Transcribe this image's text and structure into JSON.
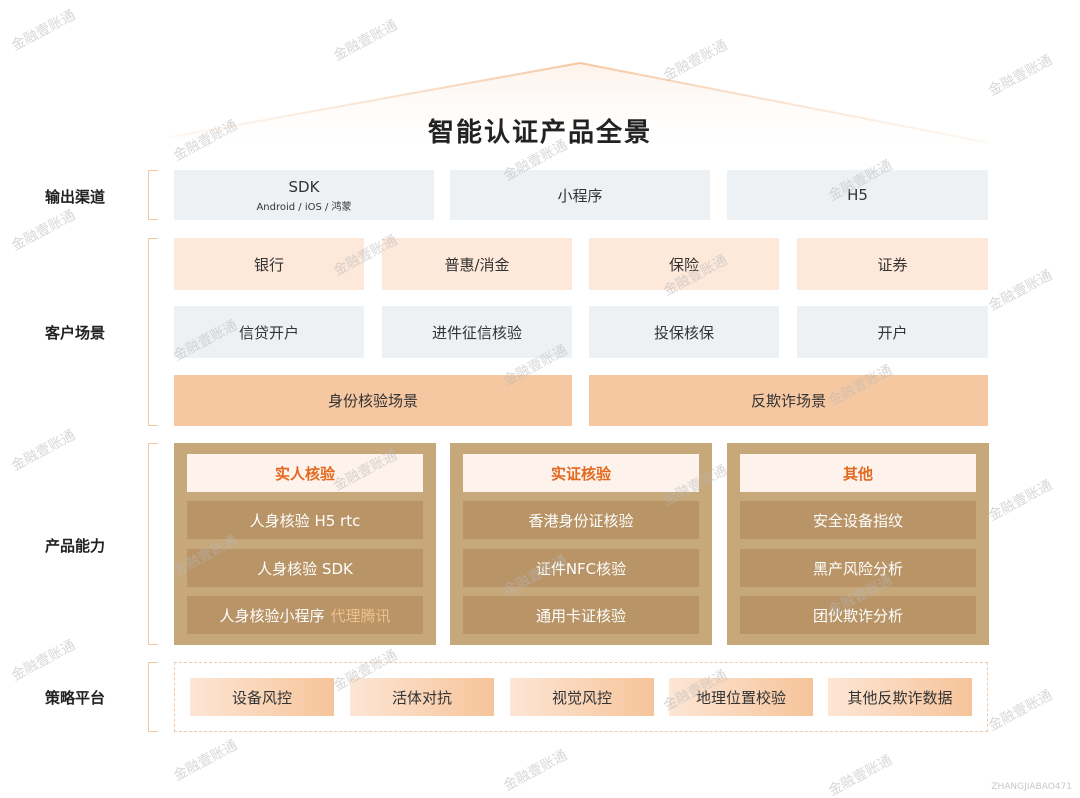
{
  "title": "智能认证产品全景",
  "rows": {
    "channel": "输出渠道",
    "scenario": "客户场景",
    "capability": "产品能力",
    "strategy": "策略平台"
  },
  "channels": {
    "sdk": "SDK",
    "sdk_platforms": "Android / iOS / 鸿蒙",
    "mini_program": "小程序",
    "h5": "H5"
  },
  "scenarios": {
    "industries": [
      "银行",
      "普惠/消金",
      "保险",
      "证券"
    ],
    "use_cases": [
      "信贷开户",
      "进件征信核验",
      "投保核保",
      "开户"
    ],
    "categories": [
      "身份核验场景",
      "反欺诈场景"
    ]
  },
  "capabilities": [
    {
      "title": "实人核验",
      "items": [
        {
          "text": "人身核验 H5 rtc",
          "suffix": ""
        },
        {
          "text": "人身核验 SDK",
          "suffix": ""
        },
        {
          "text": "人身核验小程序",
          "suffix": "代理腾讯"
        }
      ]
    },
    {
      "title": "实证核验",
      "items": [
        {
          "text": "香港身份证核验",
          "suffix": ""
        },
        {
          "text": "证件NFC核验",
          "suffix": ""
        },
        {
          "text": "通用卡证核验",
          "suffix": ""
        }
      ]
    },
    {
      "title": "其他",
      "items": [
        {
          "text": "安全设备指纹",
          "suffix": ""
        },
        {
          "text": "黑产风险分析",
          "suffix": ""
        },
        {
          "text": "团伙欺诈分析",
          "suffix": ""
        }
      ]
    }
  ],
  "strategies": [
    "设备风控",
    "活体对抗",
    "视觉风控",
    "地理位置校验",
    "其他反欺诈数据"
  ],
  "watermark": "金融壹账通",
  "corner_mark": "ZHANGJIABAO471",
  "colors": {
    "accent_orange": "#e4681f",
    "panel_gold": "#c7a87a",
    "peach": "#fde8da",
    "gray": "#eef1f4"
  }
}
